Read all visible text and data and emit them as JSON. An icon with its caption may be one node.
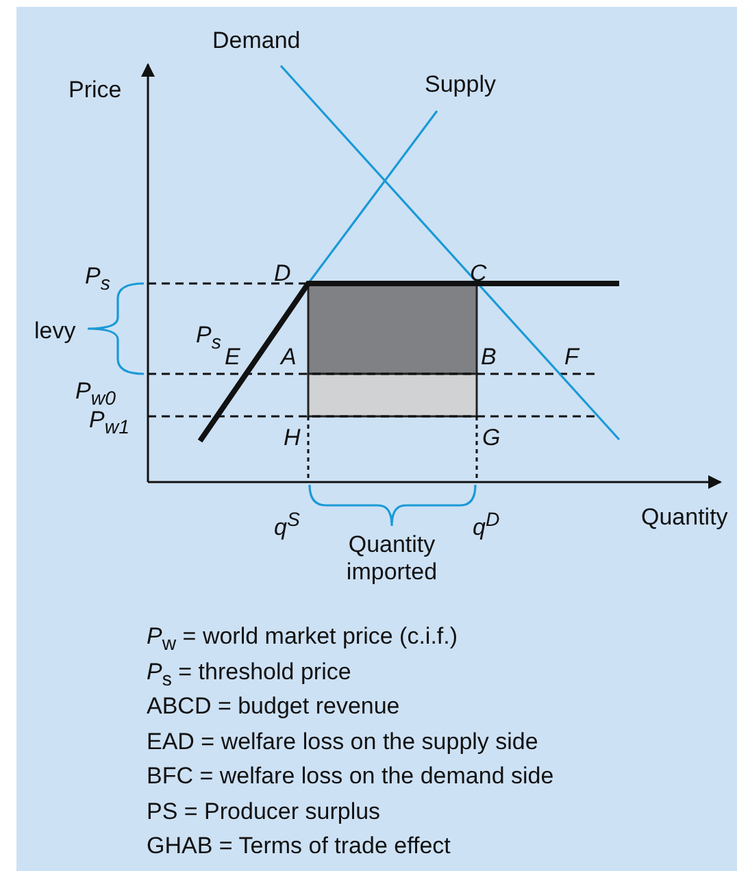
{
  "diagram": {
    "labels": [
      "Demand",
      "Price",
      "Supply",
      "P$_{s}$",
      "D",
      "C",
      "levy",
      "P$_{s}$",
      "E",
      "A",
      "B",
      "F",
      "P$_{w0}$",
      "P$_{w1}$",
      "H",
      "G",
      "q$^{S}$",
      "q$^{D}$",
      "Quantity",
      "Quantity imported",
      "*P*$_{w}$ = world market price (c.i.f.)",
      "*P*$_{s}$ = threshold price",
      "ABCD = budget revenue",
      "EAD = welfare loss on the supply side",
      "BFC = welfare loss on the demand side",
      "PS = Producer surplus",
      "GHAB = Terms of trade effect"
    ]
  }
}
